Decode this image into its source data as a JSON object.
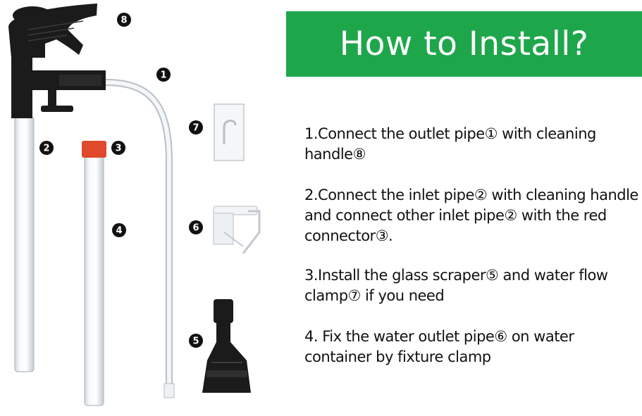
{
  "header": {
    "title": "How to Install?"
  },
  "steps": [
    {
      "text": "1.Connect the outlet pipe① with cleaning handle⑧"
    },
    {
      "text": "2.Connect the inlet pipe② with cleaning handle and connect other inlet pipe② with the red connector③."
    },
    {
      "text": "3.Install the glass scraper⑤ and water flow clamp⑦ if you need"
    },
    {
      "text": "4. Fix the water outlet pipe⑥ on water container by fixture clamp"
    }
  ],
  "part_labels": [
    "1",
    "2",
    "3",
    "4",
    "5",
    "6",
    "7",
    "8"
  ],
  "colors": {
    "banner": "#1ea64b",
    "connector_red": "#e0492b",
    "part_black": "#1b1b1b"
  }
}
